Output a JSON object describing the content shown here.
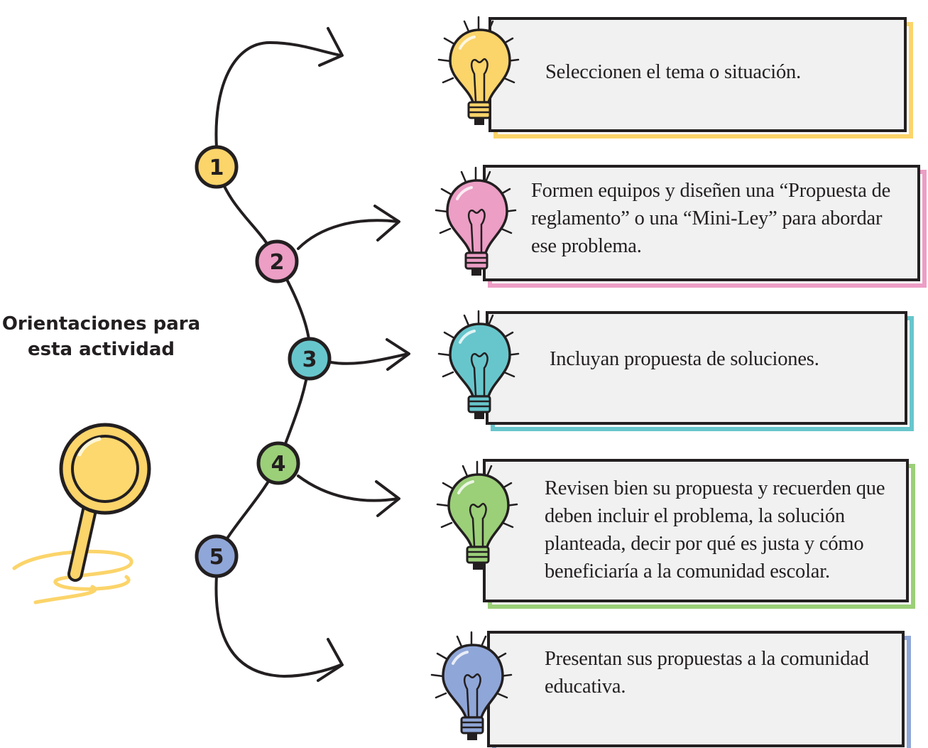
{
  "title": {
    "line1": "Orientaciones para",
    "line2": "esta actividad"
  },
  "colors": {
    "ink": "#231f20",
    "card_fill": "#f1f1f1",
    "yellow": "#fbd46a",
    "pink": "#ec9ec5",
    "cyan": "#67c6cc",
    "green": "#9bcf78",
    "blue": "#8fa6d8"
  },
  "icons": {
    "decoration": "magnifying-glass-icon",
    "step_icon": "lightbulb-icon",
    "connector": "arrow-icon"
  },
  "steps": [
    {
      "number": "1",
      "color": "yellow",
      "text": "Seleccionen el tema o situación."
    },
    {
      "number": "2",
      "color": "pink",
      "text": "Formen equipos y diseñen una “Propuesta de reglamento” o una “Mini-Ley” para abordar ese problema."
    },
    {
      "number": "3",
      "color": "cyan",
      "text": "Incluyan propuesta de soluciones."
    },
    {
      "number": "4",
      "color": "green",
      "text": "Revisen bien su propuesta y recuerden que deben incluir el problema, la solución planteada, decir por qué es justa y cómo beneficiaría a la comunidad escolar."
    },
    {
      "number": "5",
      "color": "blue",
      "text": "Presentan sus propuestas a la comunidad educativa."
    }
  ]
}
